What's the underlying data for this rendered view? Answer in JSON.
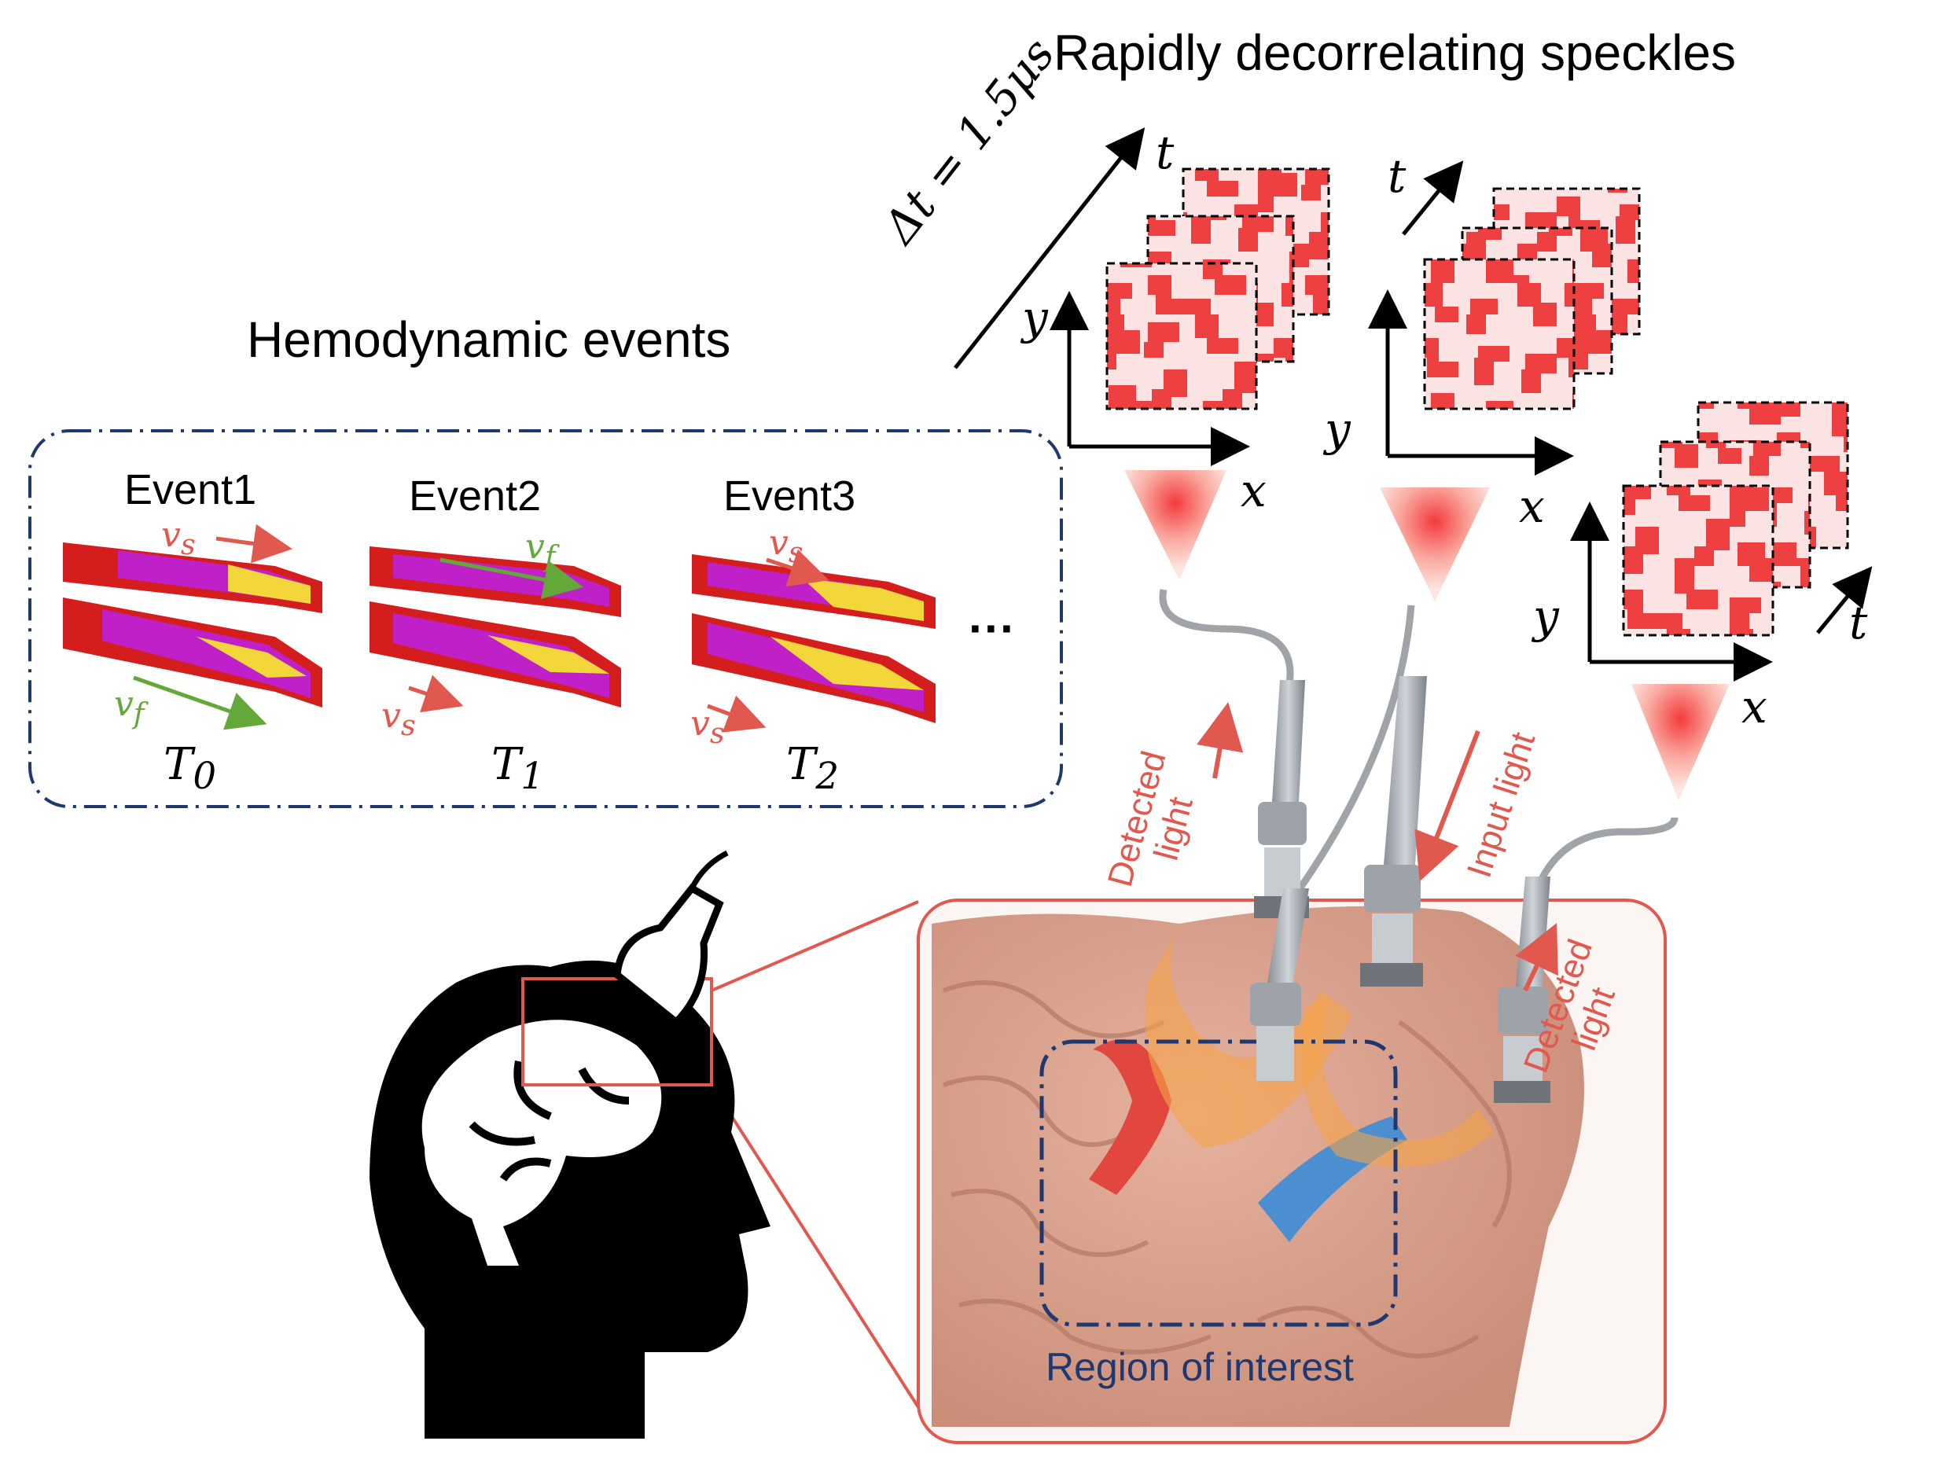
{
  "titles": {
    "speckles": "Rapidly decorrelating speckles",
    "events": "Hemodynamic events"
  },
  "events": [
    {
      "label": "Event1",
      "top_velocity": "v",
      "top_sub": "s",
      "bottom_velocity": "v",
      "bottom_sub": "f",
      "time": "T",
      "time_sub": "0"
    },
    {
      "label": "Event2",
      "top_velocity": "v",
      "top_sub": "f",
      "bottom_velocity": "v",
      "bottom_sub": "s",
      "time": "T",
      "time_sub": "1"
    },
    {
      "label": "Event3",
      "top_velocity": "v",
      "top_sub": "s",
      "bottom_velocity": "v",
      "bottom_sub": "s",
      "time": "T",
      "time_sub": "2"
    }
  ],
  "ellipsis": "···",
  "delta_t": "Δt = 1.5μs",
  "axes": {
    "x": "x",
    "y": "y",
    "t": "t"
  },
  "light_labels": {
    "detected_left": "Detected light",
    "input": "Input light",
    "detected_right": "Detected light"
  },
  "roi_label": "Region of interest",
  "colors": {
    "speckle": "#ee4040",
    "red_accent": "#e1584f",
    "green_accent": "#64a83a",
    "navy": "#1f3870",
    "vessel_fill": "#c020c8",
    "vessel_wall": "#d41e1e",
    "brain": "#d9a28e",
    "orange_light": "#f5a347",
    "fiber_gray": "#a8adb3"
  },
  "icons": [
    "head-brain-icon",
    "ultrasound-probe-icon",
    "fiber-connector-icon",
    "light-cone-icon"
  ]
}
